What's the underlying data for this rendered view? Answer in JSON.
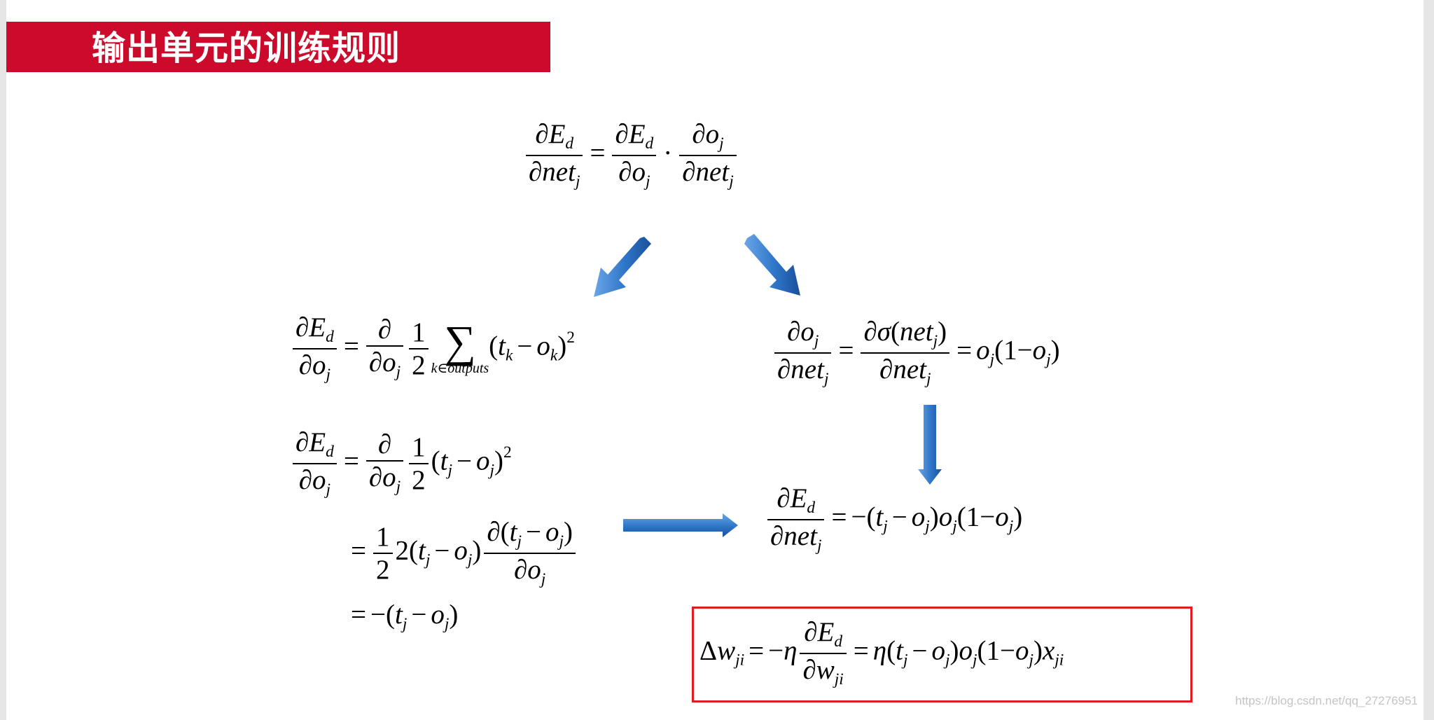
{
  "title": "输出单元的训练规则",
  "watermark": "https://blog.csdn.net/qq_27276951",
  "colors": {
    "title_bar": "#cc0a2b",
    "title_text": "#ffffff",
    "arrow_fill": "#2e75c8",
    "result_border": "#e11b22"
  },
  "symbols": {
    "partial": "∂",
    "E": "E",
    "d": "d",
    "net": "net",
    "o": "o",
    "j": "j",
    "k": "k",
    "t": "t",
    "eq": "=",
    "minus": "−",
    "dot": "·",
    "one": "1",
    "two": "2",
    "sq": "2",
    "lparen": "(",
    "rparen": ")",
    "sigma": "σ",
    "sum": "∑",
    "k_outputs": "k∈outputs",
    "delta": "Δ",
    "w": "w",
    "ji": "ji",
    "eta": "η",
    "x": "x",
    "one_minus": "1−"
  },
  "arrows": [
    "arrow-down-left",
    "arrow-down-right",
    "arrow-down",
    "arrow-right"
  ]
}
